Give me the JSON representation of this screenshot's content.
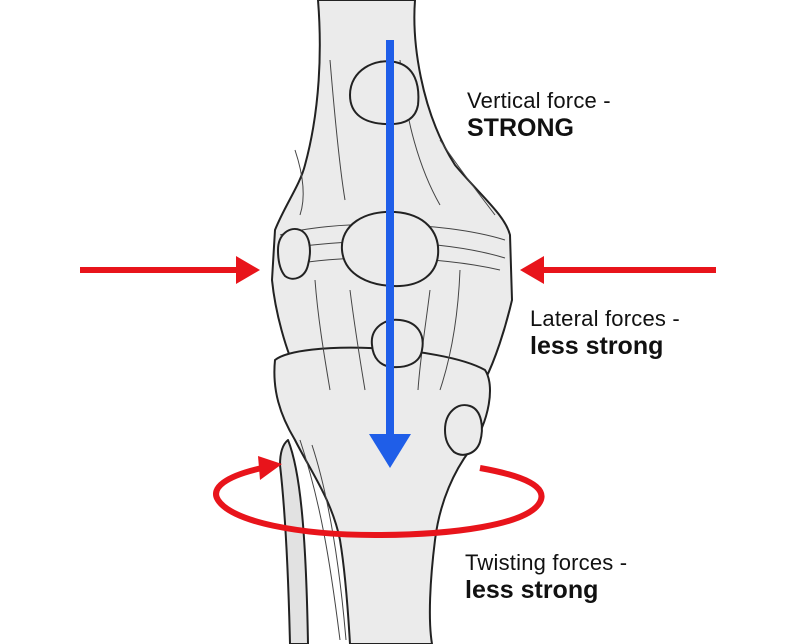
{
  "labels": {
    "vertical": {
      "line1": "Vertical force -",
      "line2": "STRONG"
    },
    "lateral": {
      "line1": "Lateral forces -",
      "line2": "less strong"
    },
    "twisting": {
      "line1": "Twisting forces -",
      "line2": "less strong"
    }
  },
  "arrows": {
    "vertical": {
      "color": "#1f5ee8",
      "direction": "down"
    },
    "lateral_left": {
      "color": "#e8141b",
      "direction": "right"
    },
    "lateral_right": {
      "color": "#e8141b",
      "direction": "left"
    },
    "twist": {
      "color": "#e8141b",
      "direction": "rotational"
    }
  },
  "illustration": {
    "subject": "knee-joint",
    "style": "line-drawing"
  }
}
